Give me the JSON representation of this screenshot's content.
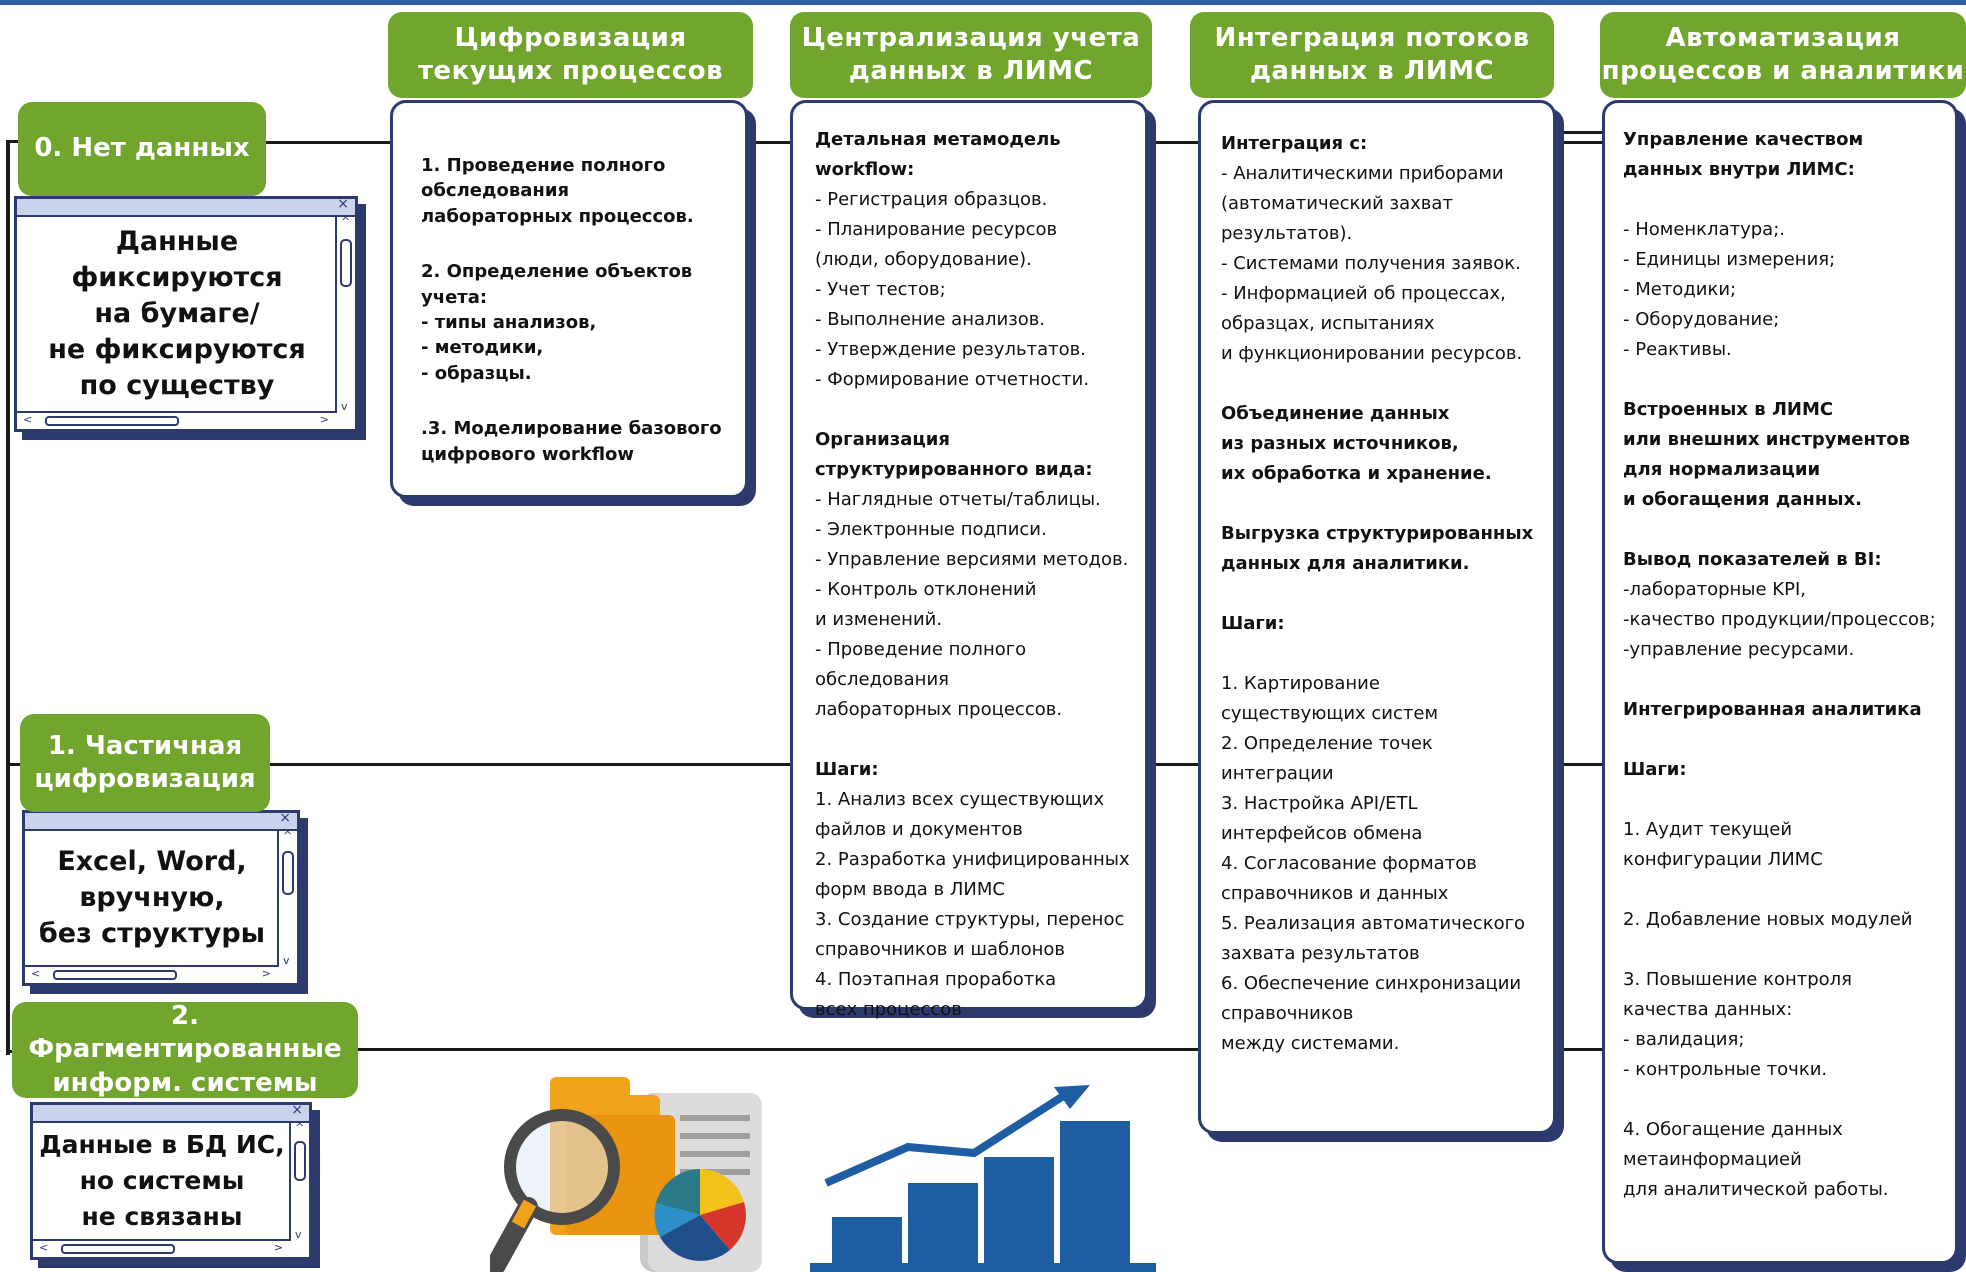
{
  "colors": {
    "green": "#72a52d",
    "navy": "#2d3a6e",
    "blue": "#2f5fa0",
    "orange": "#f0a21b"
  },
  "stages": [
    {
      "title": "Цифровизация\nтекущих процессов"
    },
    {
      "title": "Централизация учета\nданных в ЛИМС"
    },
    {
      "title": "Интеграция потоков\nданных в ЛИМС"
    },
    {
      "title": "Автоматизация\nпроцессов и аналитики"
    }
  ],
  "levels": [
    {
      "label": "0. Нет  данных",
      "window_text": "Данные фиксируются\nна бумаге/\nне фиксируются\nпо существу"
    },
    {
      "label": "1. Частичная\nцифровизация",
      "window_text": "Excel, Word,\nвручную,\nбез структуры"
    },
    {
      "label": "2. Фрагментированные\nинформ. системы",
      "window_text": "Данные в БД ИС,\nно системы\nне связаны"
    }
  ],
  "card1": [
    {
      "t": "1. Проведение полного\nобследования\nлабораторных процессов.",
      "b": true
    },
    {
      "t": "",
      "b": false
    },
    {
      "t": "2. Определение объектов учета:\n- типы анализов,\n- методики,\n- образцы.",
      "b": true
    },
    {
      "t": "",
      "b": false
    },
    {
      "t": ".3. Моделирование базового\nцифрового workflow",
      "b": true
    }
  ],
  "card2": [
    {
      "t": "Детальная метамодель workflow:",
      "b": true
    },
    {
      "t": "- Регистрация образцов.\n- Планирование ресурсов\n   (люди, оборудование).\n- Учет тестов;\n- Выполнение анализов.\n- Утверждение результатов.\n- Формирование отчетности.",
      "b": false
    },
    {
      "t": "",
      "b": false
    },
    {
      "t": "Организация\nструктурированного вида:",
      "b": true
    },
    {
      "t": "- Наглядные отчеты/таблицы.\n- Электронные подписи.\n- Управление версиями методов.\n- Контроль отклонений\n   и изменений.\n- Проведение полного\n  обследования\n  лабораторных процессов.",
      "b": false
    },
    {
      "t": "",
      "b": false
    },
    {
      "t": "Шаги:",
      "b": true
    },
    {
      "t": "1. Анализ всех существующих\n    файлов и документов\n2. Разработка унифицированных\n    форм ввода в ЛИМС\n3. Создание структуры, перенос\n    справочников и шаблонов\n4. Поэтапная проработка\n     всех процессов",
      "b": false
    }
  ],
  "card3": [
    {
      "t": "Интеграция с:",
      "b": true
    },
    {
      "t": "- Аналитическими приборами\n (автоматический захват\n результатов).\n- Системами получения заявок.\n- Информацией об процессах,\n  образцах, испытаниях\n  и функционировании ресурсов.",
      "b": false
    },
    {
      "t": "",
      "b": false
    },
    {
      "t": "Объединение данных\nиз разных источников,\nих обработка и хранение.",
      "b": true
    },
    {
      "t": "",
      "b": false
    },
    {
      "t": "Выгрузка структурированных\nданных для аналитики.",
      "b": true
    },
    {
      "t": "",
      "b": false
    },
    {
      "t": "Шаги:",
      "b": true
    },
    {
      "t": "",
      "b": false
    },
    {
      "t": "1. Картирование\n    существующих систем\n2. Определение точек\n    интеграции\n3. Настройка API/ETL\n    интерфейсов обмена\n4. Согласование форматов\n    справочников и данных\n5. Реализация автоматического\n     захвата результатов\n6. Обеспечение синхронизации\n    справочников\n    между системами.",
      "b": false
    }
  ],
  "card4": [
    {
      "t": "Управление качеством\nданных внутри ЛИМС:",
      "b": true
    },
    {
      "t": "",
      "b": false
    },
    {
      "t": "- Номенклатура;.\n- Единицы измерения;\n- Методики;\n- Оборудование;\n- Реактивы.",
      "b": false
    },
    {
      "t": "",
      "b": false
    },
    {
      "t": "Встроенных в ЛИМС\nили внешних инструментов\nдля нормализации\nи обогащения данных.",
      "b": true
    },
    {
      "t": "",
      "b": false
    },
    {
      "t": "Вывод показателей в BI:",
      "b": true
    },
    {
      "t": "-лабораторные KPI,\n-качество продукции/процессов;\n-управление ресурсами.",
      "b": false
    },
    {
      "t": "",
      "b": false
    },
    {
      "t": "Интегрированная аналитика",
      "b": true
    },
    {
      "t": "",
      "b": false
    },
    {
      "t": "Шаги:",
      "b": true
    },
    {
      "t": "",
      "b": false
    },
    {
      "t": "1. Аудит текущей\n   конфигурации ЛИМС\n\n2. Добавление новых модулей\n\n3. Повышение контроля\n    качества данных:\n   - валидация;\n   - контрольные точки.\n\n4. Обогащение данных\n    метаинформацией\n    для аналитической работы.",
      "b": false
    }
  ],
  "icons": {
    "folder": "folder-search-icon",
    "chart": "growth-chart-icon"
  }
}
